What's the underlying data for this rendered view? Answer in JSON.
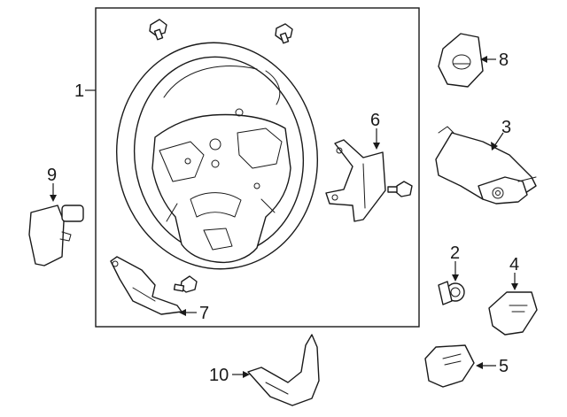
{
  "diagram": {
    "callouts": [
      {
        "id": "1",
        "label": "1"
      },
      {
        "id": "2",
        "label": "2"
      },
      {
        "id": "3",
        "label": "3"
      },
      {
        "id": "4",
        "label": "4"
      },
      {
        "id": "5",
        "label": "5"
      },
      {
        "id": "6",
        "label": "6"
      },
      {
        "id": "7",
        "label": "7"
      },
      {
        "id": "8",
        "label": "8"
      },
      {
        "id": "9",
        "label": "9"
      },
      {
        "id": "10",
        "label": "10"
      }
    ],
    "colors": {
      "line": "#1a1a1a",
      "background": "#ffffff"
    }
  }
}
